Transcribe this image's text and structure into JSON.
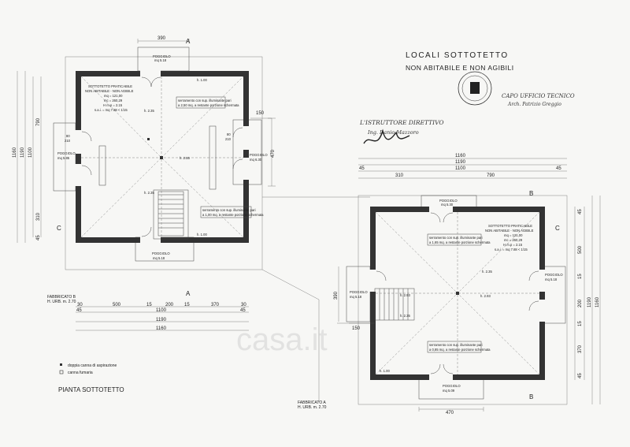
{
  "title": {
    "line1": "LOCALI SOTTOTETTO",
    "line2": "NON ABITABILE E NON AGIBILI"
  },
  "stamp": {
    "role": "CAPO UFFICIO TECNICO",
    "name": "Arch. Patrizio Greggio"
  },
  "signature": {
    "role": "L'ISTRUTTORE DIRETTIVO",
    "name": "Ing. Danio Mazzoro"
  },
  "legend": {
    "item1": "doppia canna di aspirazione",
    "item2": "canna fumaria"
  },
  "plan_title": "PIANTA SOTTOTETTO",
  "watermark": "casa.it",
  "building_b": {
    "label_1": "FABBRICATO B",
    "label_2": "H. URB. m. 2.70",
    "room_1": "SOTTOTETTO PRATICABILE",
    "room_2": "NON ABITABILE - NON AGIBILE",
    "room_3": "mq = 121,00",
    "room_4": "mc = 260,29",
    "room_5": "H m.p = 2.15",
    "room_6": "s.a.i. = mq 7.88 < 1/15",
    "note_a": "serramento con sup. illuminante pari",
    "note_b": "a 2,50 mq. a restante porzione schermata",
    "note_c": "a 1,00 mq. a restante porzione schermata",
    "balcony_label": "POGGIOLO",
    "balcony_top": "mq 5.18",
    "balcony_left": "mq 5.85",
    "balcony_right": "mq 6.30",
    "balcony_bottom": "mq 5.18",
    "h_center": "h. 2.55",
    "h_wall": "h. 1.00",
    "h_slope": "h. 2.35",
    "win_80": "80",
    "win_210": "210",
    "dim_top": "390",
    "dim_right_a": "150",
    "dim_right_b": "470",
    "dim_left": "1160",
    "dim_left_2": "1190",
    "dim_left_3": "1100",
    "dim_left_4": "790",
    "dim_left_5": "310",
    "dim_left_6": "45",
    "dims_row1": [
      "30",
      "500",
      "15",
      "200",
      "15",
      "370",
      "30"
    ],
    "dims_row2": [
      "45",
      "1100",
      "45"
    ],
    "dims_row3": [
      "1190"
    ],
    "dims_row4": [
      "1160"
    ],
    "marker_a": "A",
    "marker_c": "C"
  },
  "building_a": {
    "label_1": "FABBRICATO A",
    "label_2": "H. URB. m. 2.70",
    "room_1": "SOTTOTETTO PRATICABILE",
    "room_2": "NON ABITABILE - NON AGIBILE",
    "room_3": "mq = 121,00",
    "room_4": "mc = 260,29",
    "room_5": "H m.p = 2.15",
    "room_6": "s.a.i. = mq 7.88 < 1/15",
    "note_a": "serramento con sup. illuminante pari",
    "note_b": "a 1,65 mq. a restante porzione schermata",
    "note_c": "a 0,85 mq. a restante porzione schermata",
    "balcony_label": "POGGIOLO",
    "balcony_top": "mq 5.30",
    "balcony_left": "mq 5.18",
    "balcony_right": "mq 5.18",
    "balcony_bottom": "mq 5.09",
    "h_center": "h. 2.93",
    "h_wall": "h. 1.00",
    "h_slope": "h. 2.35",
    "dims_top_1": [
      "1160"
    ],
    "dims_top_2": [
      "1190"
    ],
    "dims_top_3": [
      "45",
      "1100",
      "45"
    ],
    "dims_top_4": [
      "310",
      "790"
    ],
    "dim_left_a": "390",
    "dim_left_b": "150",
    "dim_bottom": "470",
    "dims_right": [
      "45",
      "500",
      "15",
      "200",
      "15",
      "370",
      "45"
    ],
    "dim_right_total": "1160",
    "dim_right_total_2": "1190",
    "marker_b": "B",
    "marker_c": "C"
  }
}
